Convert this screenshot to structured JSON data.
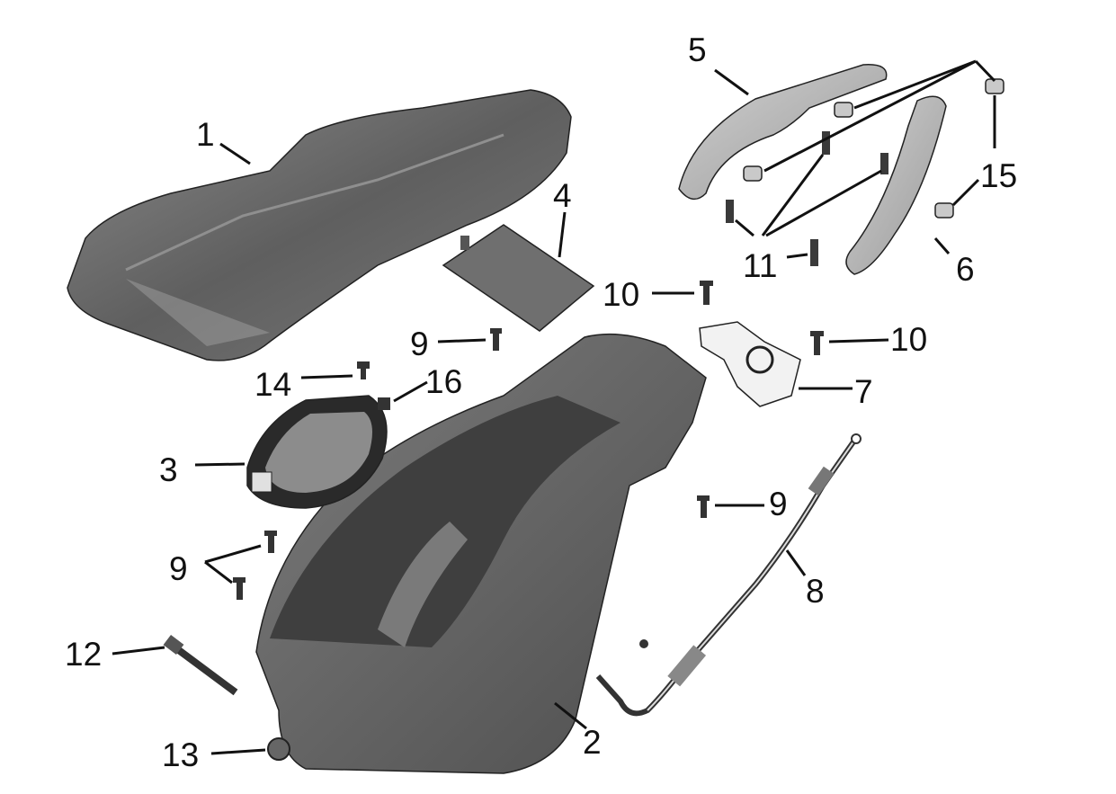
{
  "diagram": {
    "callouts": [
      "1",
      "2",
      "3",
      "4",
      "5",
      "6",
      "7",
      "8",
      "9",
      "9",
      "9",
      "10",
      "10",
      "11",
      "12",
      "13",
      "14",
      "15",
      "16"
    ],
    "colors": {
      "part_dark": "#6b6b6b",
      "part_light": "#b8b8b8",
      "label": "#111111"
    }
  }
}
